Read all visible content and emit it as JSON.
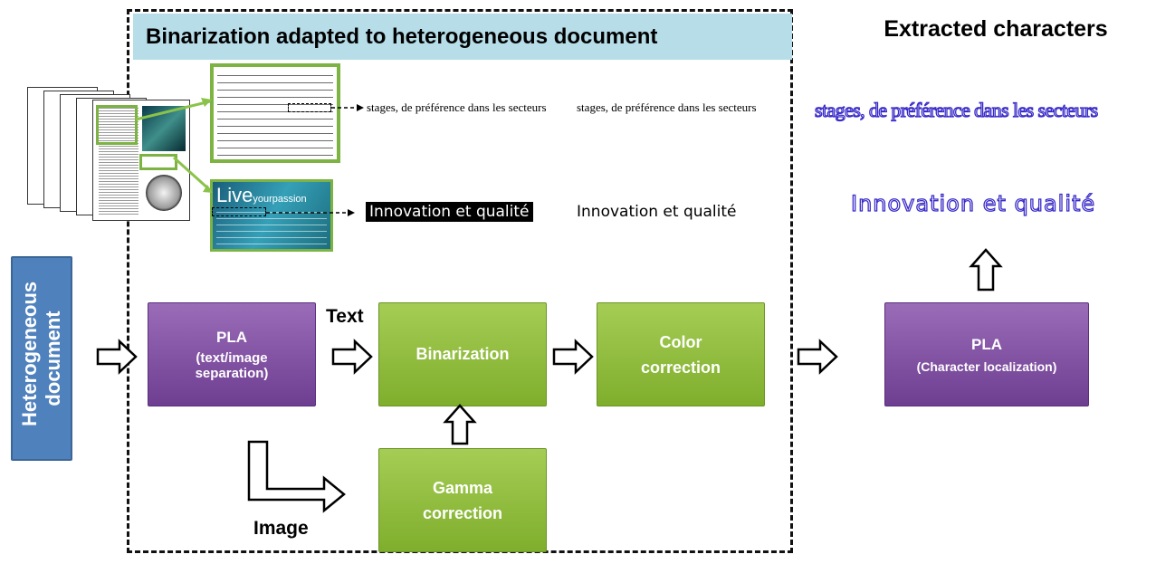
{
  "title": "Binarization adapted to heterogeneous document",
  "right_title": "Extracted characters",
  "input_label": "Heterogeneous document",
  "pla_left": {
    "title": "PLA",
    "subtitle": "(text/image separation)"
  },
  "text_label": "Text",
  "image_label": "Image",
  "binarization": "Binarization",
  "color_correction": "Color correction",
  "gamma_correction": "Gamma correction",
  "pla_right": {
    "title": "PLA",
    "subtitle": "(Character localization)"
  },
  "sample_text_1": "stages, de préférence dans les secteurs",
  "sample_text_2": "Innovation et qualité",
  "ad_brand": "Live",
  "ad_brand_small": "yourpassion",
  "colors": {
    "purple": "#7f4fa3",
    "green": "#92c045",
    "blue": "#4f81bd",
    "title_bg": "#b7dde8",
    "extracted_outline": "#3a2cc8",
    "crop_border": "#7cb342"
  }
}
